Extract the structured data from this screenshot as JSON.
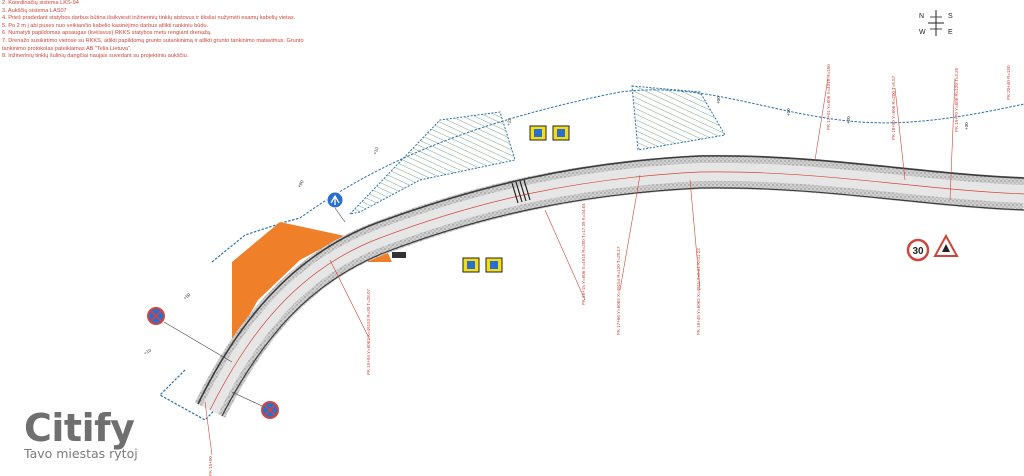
{
  "notes": [
    "2. Koordinačių sistema LKS-94",
    "3. Aukščių sistema LAS07",
    "4. Prieš pradedant statybos darbus būtina išsikviesti inžinerinių tinklų atstovus ir tiksliai nužymėti esamų kabelių vietas.",
    "5. Po 2 m į abi puses nuo veikiančio kabelio kasinėjimo darbus atlikti rankiniu būdu.",
    "6. Numatyti papildomas apsaugas (kvėlavus) RKKS statybos metu rengiant drenažą.",
    "7. Drenažo susikirtimo vietose su RKKS, atlikti papildomą grunto sutankinimą ir atlikti grunto tankinimo matavimus. Grunto",
    "tankinimo protokolas pateikiamas AB \"Telia Lietuva\".",
    "8. Inžinerinių tinklų šulinių dangčiai naujais suvedant su projektiniu aukščiu."
  ],
  "logo": {
    "title": "Citify",
    "subtitle": "Tavo miestas rytoj"
  },
  "compass": {
    "n": "N",
    "s": "S",
    "w": "W",
    "e": "E"
  },
  "speed_sign": {
    "value": "30"
  },
  "colors": {
    "annotation": "#d2453c",
    "hatch": "#1f6b3c",
    "boundary": "#2a6fb0",
    "fill_area": "#f07f2a",
    "road_edge": "#3c3c3c",
    "sign_yellow": "#f3dd1b",
    "sign_blue": "#2a6fd0"
  },
  "icons": [
    "no-parking-sign-icon",
    "mandatory-direction-sign-icon",
    "pedestrian-crossing-sign-icon",
    "speed-limit-sign-icon",
    "warning-triangle-sign-icon",
    "compass-icon"
  ]
}
